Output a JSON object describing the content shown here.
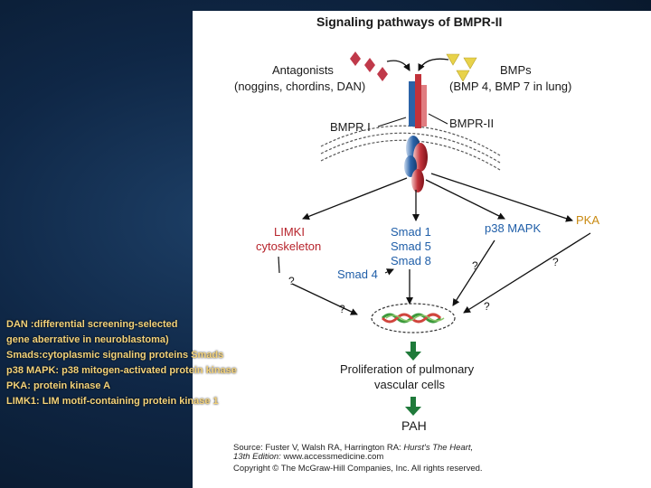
{
  "diagram": {
    "title": "Signaling pathways of BMPR-II",
    "antagonists": "Antagonists",
    "antagonists_examples": "(noggins, chordins, DAN)",
    "bmps": "BMPs",
    "bmps_examples": "(BMP 4, BMP 7 in lung)",
    "bmpr1": "BMPR I",
    "bmpr2": "BMPR-II",
    "limk1": "LIMKI",
    "cytoskeleton": "cytoskeleton",
    "smad1": "Smad 1",
    "smad5": "Smad 5",
    "smad8": "Smad 8",
    "smad4": "Smad 4",
    "p38": "p38 MAPK",
    "pka": "PKA",
    "unknown_mark": "?",
    "proliferation_line1": "Proliferation of pulmonary",
    "proliferation_line2": "vascular cells",
    "pah": "PAH",
    "source_line1_prefix": "Source: Fuster V, Walsh RA, Harrington RA: ",
    "source_line1_title": "Hurst's The Heart,",
    "source_line2_edition": "13th Edition:",
    "source_line2_url": " www.accessmedicine.com",
    "source_line3": "Copyright © The McGraw-Hill Companies, Inc. All rights reserved."
  },
  "caption": [
    "DAN :differential screening-selected",
    "gene aberrative in neuroblastoma)",
    "Smads:cytoplasmic signaling proteins Smads",
    "p38 MAPK: p38 mitogen-activated protein kinase",
    "PKA: protein kinase A",
    "LIMK1: LIM motif-containing protein kinase 1"
  ],
  "colors": {
    "red_text": "#b7242c",
    "blue_text": "#1f5ea8",
    "orange_text": "#c98a12",
    "arrow_green": "#1f7a3a",
    "caption_text": "#f3d27a",
    "background": "#0f2746"
  }
}
